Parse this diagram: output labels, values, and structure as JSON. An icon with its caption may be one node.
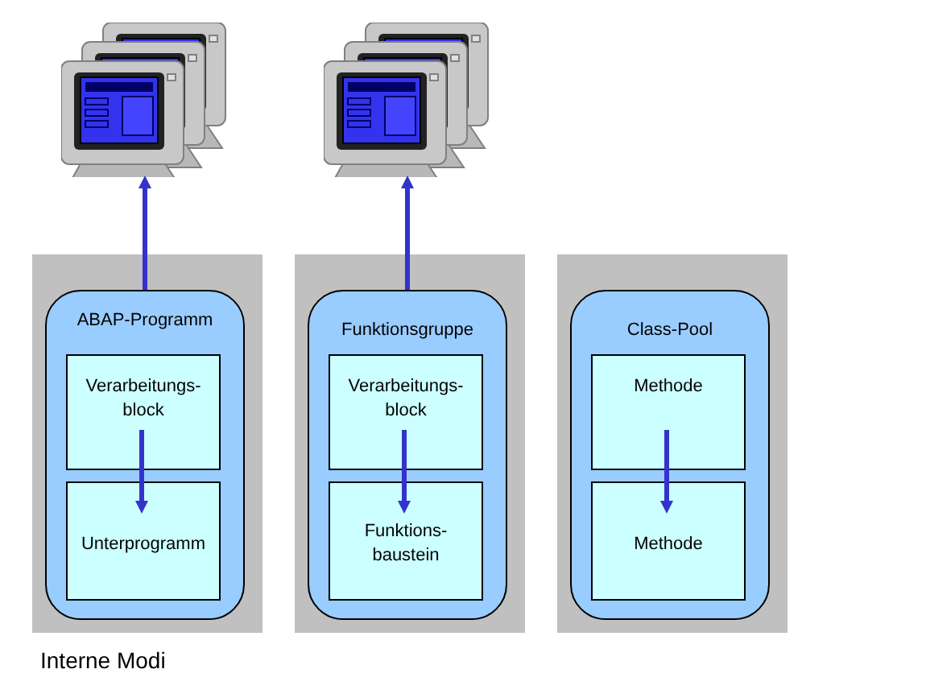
{
  "diagram": {
    "nodes": [
      {
        "text": [],
        "shape": "picture"
      },
      {
        "text": [],
        "shape": "picture"
      },
      {
        "text": [],
        "shape": "box"
      },
      {
        "text": [
          "ABAP-Programm"
        ],
        "in": 2
      },
      {
        "text": [
          "Verarbeitungs- block"
        ],
        "in": 3
      },
      {
        "text": [
          "Unterprogramm"
        ],
        "in": 3
      },
      {
        "text": [],
        "shape": "box"
      },
      {
        "text": [
          "Funktionsgruppe"
        ],
        "in": 6
      },
      {
        "text": [
          "Verarbeitungs- block"
        ],
        "in": 7
      },
      {
        "text": [
          "Funktions- baustein"
        ],
        "in": 7
      },
      {
        "text": [],
        "shape": "box"
      },
      {
        "text": [
          "Class-Pool"
        ],
        "in": 10
      },
      {
        "text": [
          "Methode"
        ],
        "in": 11
      },
      {
        "text": [
          "Methode"
        ],
        "in": 11
      }
    ],
    "edges": [
      {
        "from": 3,
        "to": 0,
        "arrow": "to"
      },
      {
        "from": 4,
        "to": 5,
        "arrow": "to"
      },
      {
        "from": 7,
        "to": 1,
        "arrow": "to"
      },
      {
        "from": 8,
        "to": 9,
        "arrow": "to"
      },
      {
        "from": 12,
        "to": 13,
        "arrow": "to"
      }
    ],
    "labels": [
      "Interne Modi"
    ]
  }
}
